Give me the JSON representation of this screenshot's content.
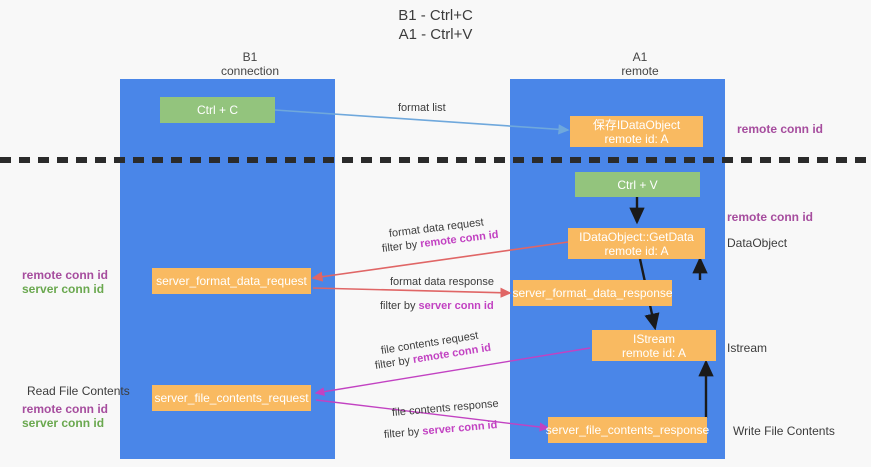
{
  "title": "B1 - Ctrl+C\nA1 - Ctrl+V",
  "columns": {
    "left": {
      "name": "B1",
      "role": "connection",
      "label": "B1\nconnection"
    },
    "right": {
      "name": "A1",
      "role": "remote",
      "label": "A1\nremote"
    }
  },
  "colors": {
    "lane": "#4a86e8",
    "green_box": "#93c47d",
    "orange_box": "#f9ba61",
    "purple_text": "#a64d9e",
    "green_text": "#6aa84f",
    "edge_purple": "#c242c2",
    "edge_red": "#cc0000",
    "arrow_blue": "#6fa8dc",
    "arrow_black": "#1a1a1a",
    "background": "#f8f8f8"
  },
  "nodes": {
    "ctrl_c": {
      "label": "Ctrl + C",
      "type": "green",
      "lane": "left"
    },
    "save_dataobject": {
      "label": "保存IDataObject\nremote id: A",
      "type": "orange",
      "lane": "right"
    },
    "ctrl_v": {
      "label": "Ctrl + V",
      "type": "green",
      "lane": "right"
    },
    "getdata": {
      "label": "IDataObject::GetData\nremote id: A",
      "type": "orange",
      "lane": "right"
    },
    "server_format_data_request": {
      "label": "server_format_data_request",
      "type": "orange",
      "lane": "left"
    },
    "server_format_data_response": {
      "label": "server_format_data_response",
      "type": "orange",
      "lane": "right"
    },
    "istream": {
      "label": "IStream\nremote id: A",
      "type": "orange",
      "lane": "right"
    },
    "server_file_contents_request": {
      "label": "server_file_contents_request",
      "type": "orange",
      "lane": "left"
    },
    "server_file_contents_response": {
      "label": "server_file_contents_response",
      "type": "orange",
      "lane": "right"
    }
  },
  "edge_labels": {
    "format_list": "format list",
    "format_data_request": "format data request",
    "format_data_request_filter_prefix": "filter by ",
    "format_data_request_filter_key": "remote conn id",
    "format_data_response": "format data response",
    "format_data_response_filter_prefix": "filter by ",
    "format_data_response_filter_key": "server conn id",
    "file_contents_request": "file contents request",
    "file_contents_request_filter_prefix": "filter by ",
    "file_contents_request_filter_key": "remote conn id",
    "file_contents_response": "file contents response",
    "file_contents_response_filter_prefix": "filter by ",
    "file_contents_response_filter_key": "server conn id"
  },
  "annotations": {
    "right_remote_conn_id_top": "remote conn id",
    "right_remote_conn_id_mid": "remote conn id",
    "right_dataobject": "DataObject",
    "right_istream": "Istream",
    "right_write_file_contents": "Write File Contents",
    "left_remote_conn_id_mid": "remote conn id",
    "left_server_conn_id_mid": "server conn id",
    "left_read_file_contents": "Read File Contents",
    "left_remote_conn_id_bottom": "remote conn id",
    "left_server_conn_id_bottom": "server conn id"
  }
}
